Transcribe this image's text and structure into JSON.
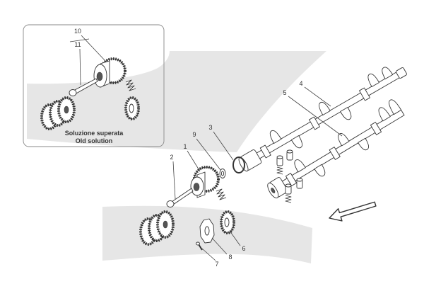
{
  "callouts": {
    "c1": "1",
    "c2": "2",
    "c3": "3",
    "c4": "4",
    "c5": "5",
    "c6": "6",
    "c7": "7",
    "c8": "8",
    "c9": "9",
    "c10": "10",
    "c11": "11"
  },
  "inset": {
    "caption_it": "Soluzione superata",
    "caption_en": "Old solution"
  },
  "colors": {
    "swoosh": "#e6e6e6",
    "linework": "#333333",
    "background": "#ffffff"
  }
}
